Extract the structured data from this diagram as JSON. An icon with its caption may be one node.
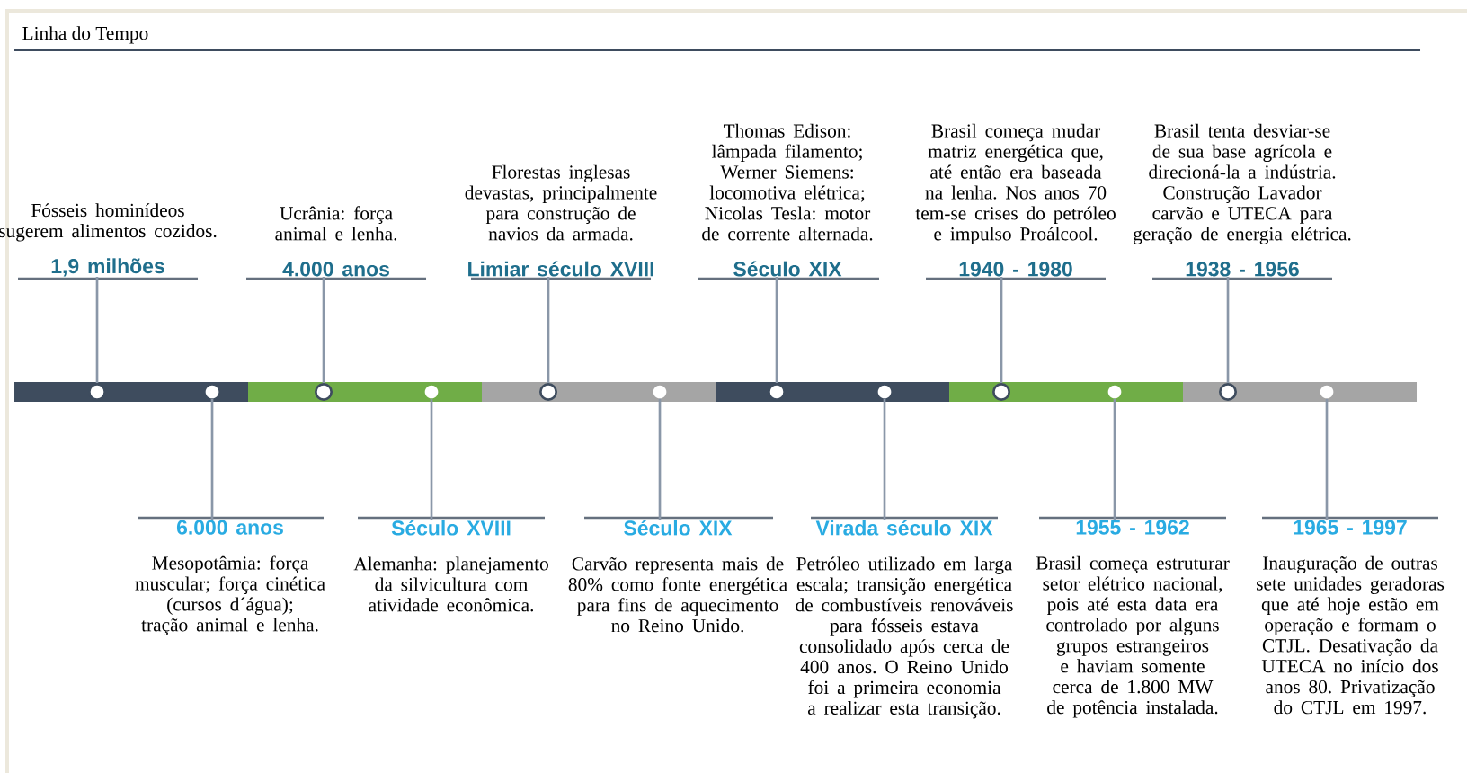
{
  "diagram": {
    "title": "Linha do Tempo",
    "nodes": [
      {
        "text": [
          "Fósseis hominídeos sugerem alimentos cozidos.",
          "1,9 milhões"
        ]
      },
      {
        "text": [
          "Ucrânia: força animal e lenha.",
          "4.000 anos"
        ]
      },
      {
        "text": [
          "Florestas inglesas devastas, principalmente para construção de navios da armada.",
          "Limiar século XVIII"
        ]
      },
      {
        "text": [
          "Thomas Edison: lâmpada filamento; Werner Siemens: locomotiva elétrica; Nicolas Tesla: motor de corrente alternada.",
          "Século XIX"
        ]
      },
      {
        "text": [
          "Brasil começa mudar matriz energética que, até então era baseada na lenha. Nos anos 70 tem-se crises do petróleo e impulso Proálcool.",
          "1940 - 1980"
        ]
      },
      {
        "text": [
          "Brasil tenta desviar-se de sua base agrícola e direcioná-la a indústria. Construção Lavador carvão e UTECA para geração de energia elétrica.",
          "1938 - 1956"
        ]
      },
      {
        "text": [
          "6.000 anos",
          "Mesopotâmia: força muscular; força cinética (cursos d´água); tração animal e lenha."
        ]
      },
      {
        "text": [
          "Século XVIII",
          "Alemanha: planejamento da silvicultura com atividade econômica."
        ]
      },
      {
        "text": [
          "Século XIX",
          "Carvão representa mais de 80% como fonte energética para fins de aquecimento no Reino Unido."
        ]
      },
      {
        "text": [
          "Virada século XIX",
          "Petróleo utilizado em larga escala; transição energética de combustíveis renováveis para fósseis estava consolidado após cerca de 400 anos. O Reino Unido foi a primeira economia a realizar esta transição."
        ]
      },
      {
        "text": [
          "1955 - 1962",
          "Brasil começa estruturar setor elétrico nacional, pois até esta data era controlado por alguns grupos estrangeiros e haviam somente cerca de 1.800 MW de potência instalada."
        ]
      },
      {
        "text": [
          "1965 - 1997",
          "Inauguração de outras sete unidades geradoras que até hoje estão em operação e formam o CTJL. Desativação da UTECA no início dos anos 80. Privatização do CTJL em 1997."
        ]
      },
      {
        "text": [],
        "shape": "circle"
      },
      {
        "text": [],
        "shape": "circle"
      },
      {
        "text": [],
        "shape": "circle"
      },
      {
        "text": [],
        "shape": "circle"
      },
      {
        "text": [],
        "shape": "circle"
      },
      {
        "text": [],
        "shape": "circle"
      },
      {
        "text": [],
        "shape": "circle"
      },
      {
        "text": [],
        "shape": "circle"
      },
      {
        "text": [],
        "shape": "circle"
      },
      {
        "text": [],
        "shape": "circle"
      },
      {
        "text": [],
        "shape": "circle"
      },
      {
        "text": [],
        "shape": "circle"
      }
    ],
    "edges": [
      {
        "from": 0,
        "to": 12,
        "arrow": "none"
      },
      {
        "from": 1,
        "to": 14,
        "arrow": "none"
      },
      {
        "from": 2,
        "to": 16,
        "arrow": "none"
      },
      {
        "from": 3,
        "to": 18,
        "arrow": "none"
      },
      {
        "from": 4,
        "to": 20,
        "arrow": "none"
      },
      {
        "from": 5,
        "to": 22,
        "arrow": "none"
      },
      {
        "from": 6,
        "to": 13,
        "arrow": "none"
      },
      {
        "from": 7,
        "to": 15,
        "arrow": "none"
      },
      {
        "from": 8,
        "to": 17,
        "arrow": "none"
      },
      {
        "from": 9,
        "to": 19,
        "arrow": "none"
      },
      {
        "from": 10,
        "to": 21,
        "arrow": "none"
      },
      {
        "from": 11,
        "to": 23,
        "arrow": "none"
      }
    ]
  }
}
